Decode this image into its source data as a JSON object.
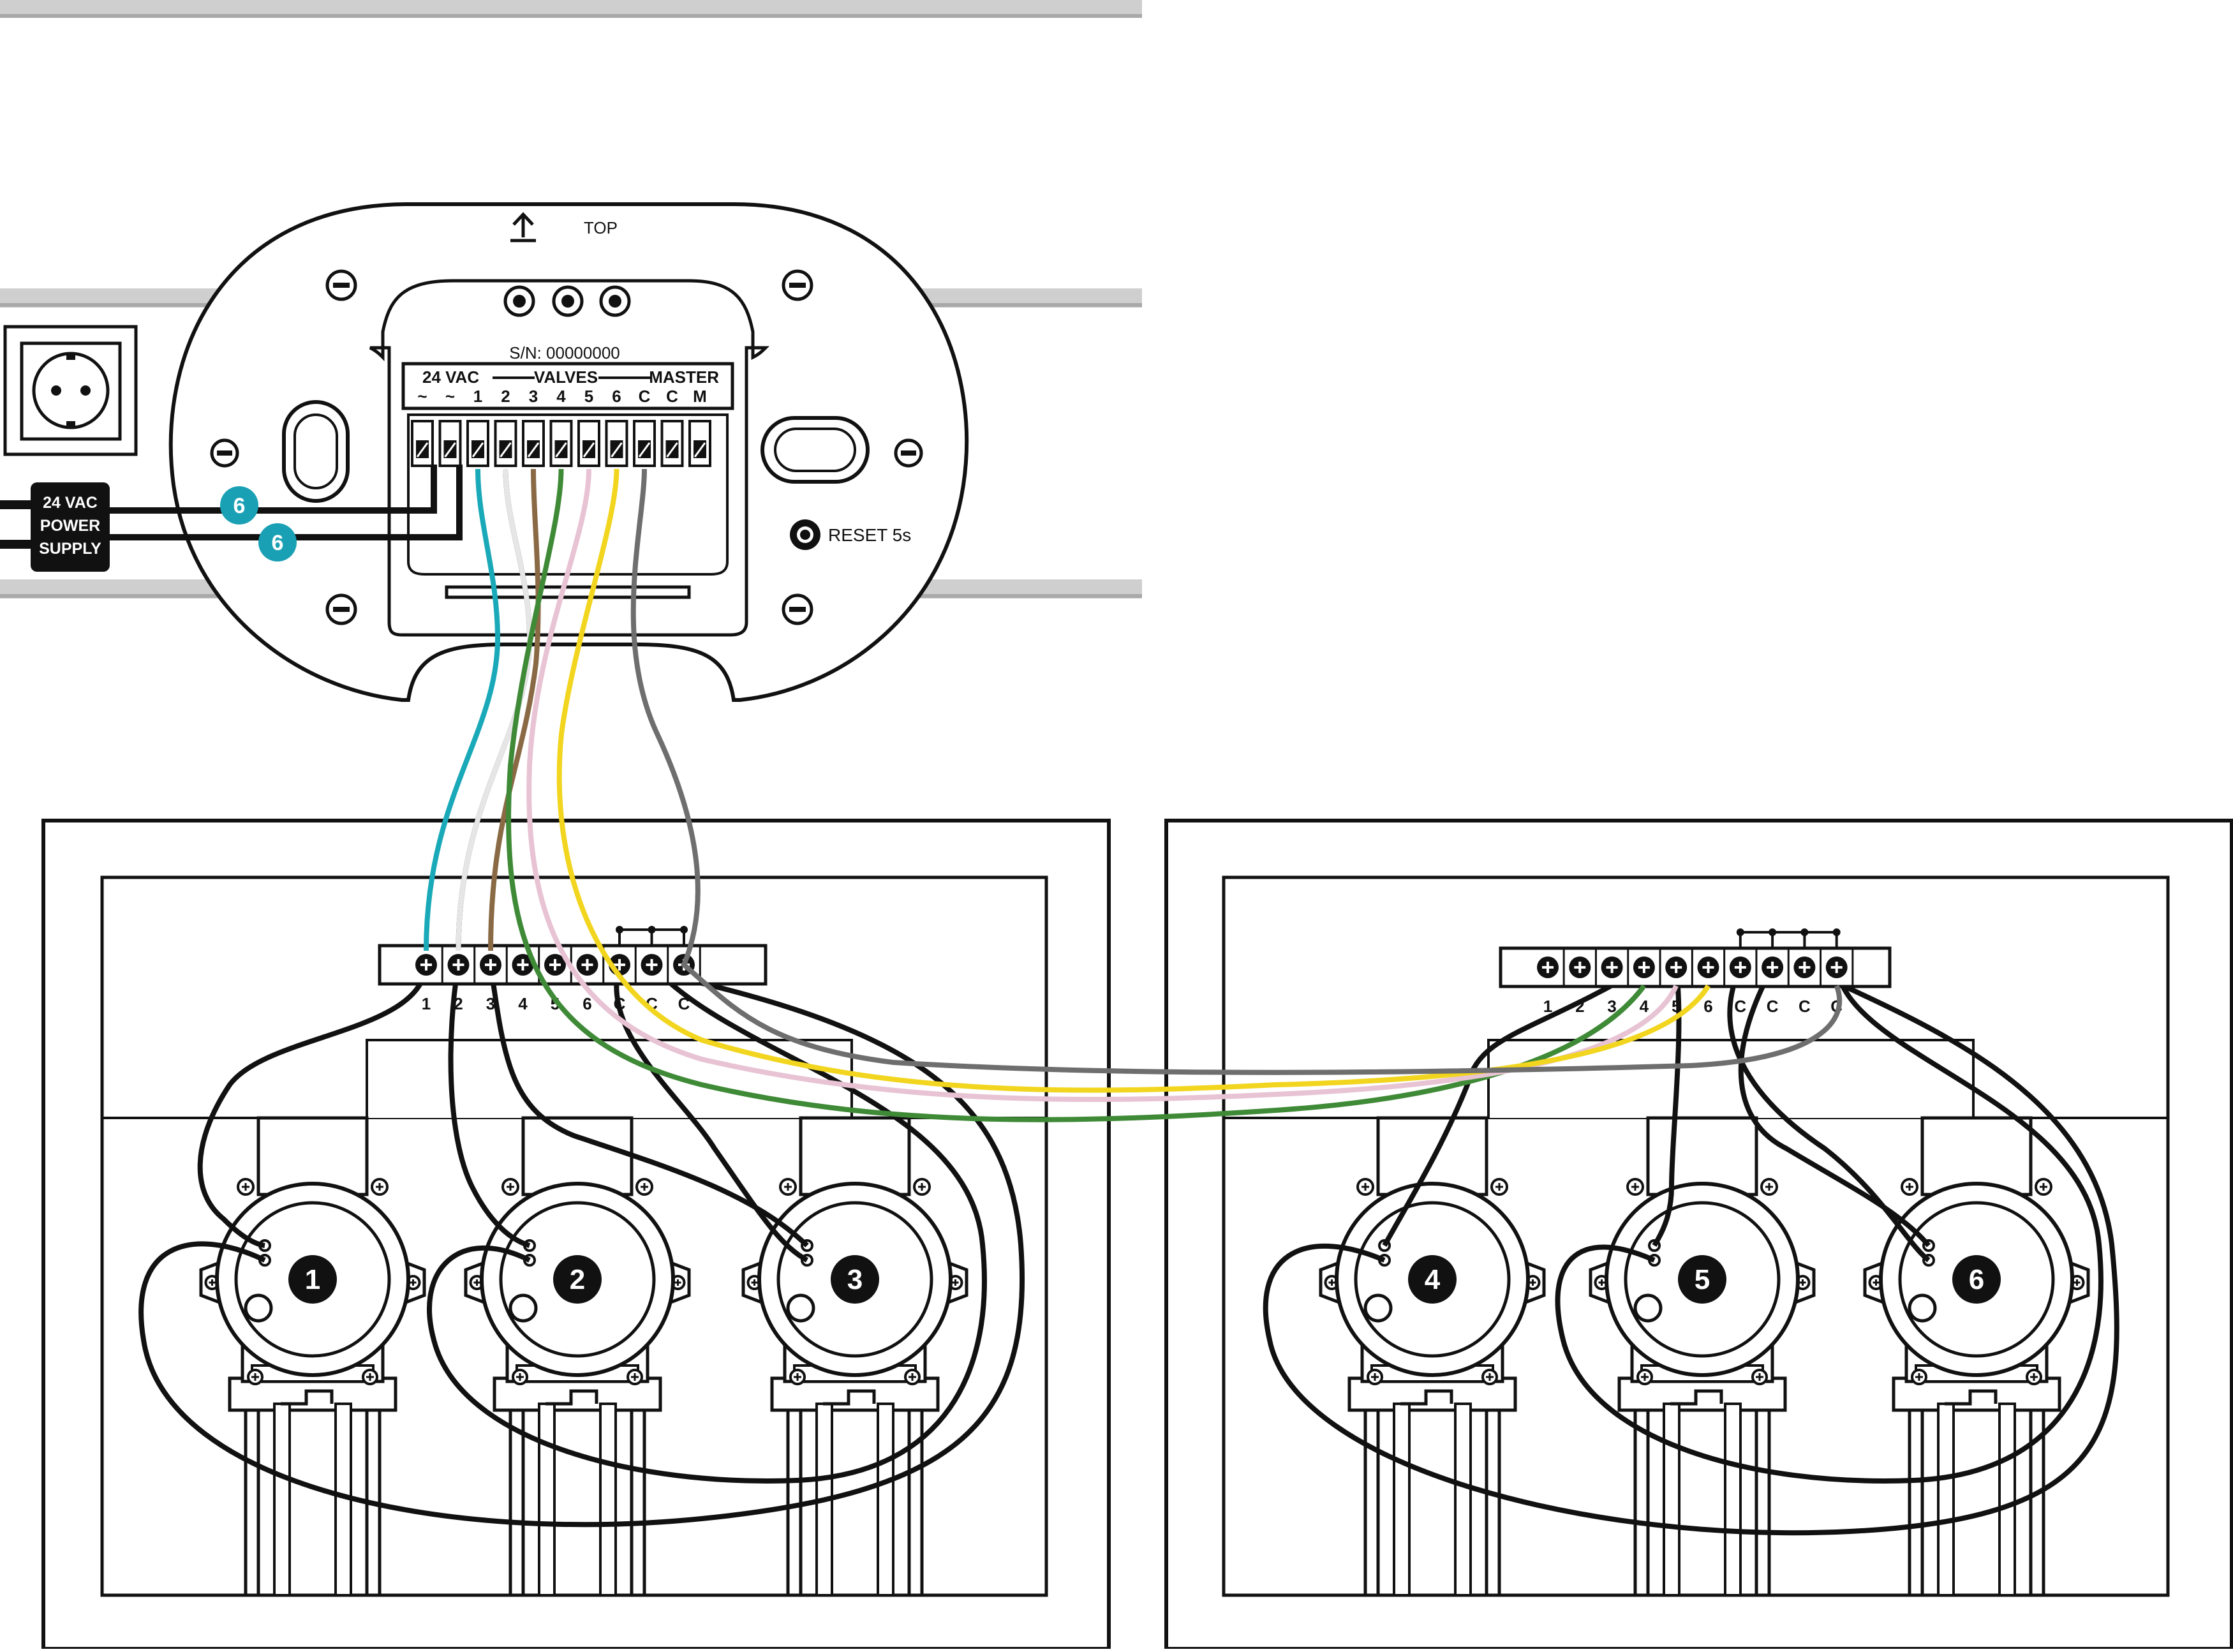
{
  "controller": {
    "top_label": "TOP",
    "serial": "S/N: 00000000",
    "group_power": "24 VAC",
    "group_valves": "VALVES",
    "group_master": "MASTER",
    "terminals": [
      "~",
      "~",
      "1",
      "2",
      "3",
      "4",
      "5",
      "6",
      "C",
      "C",
      "M"
    ],
    "reset_label": "RESET 5s"
  },
  "power_supply": {
    "lines": [
      "24 VAC",
      "POWER",
      "SUPPLY"
    ],
    "callouts": [
      "6",
      "6"
    ]
  },
  "left_box": {
    "terminals": [
      "1",
      "2",
      "3",
      "4",
      "5",
      "6",
      "C",
      "C",
      "C"
    ],
    "valves": [
      "1",
      "2",
      "3"
    ]
  },
  "right_box": {
    "terminals": [
      "1",
      "2",
      "3",
      "4",
      "5",
      "6",
      "C",
      "C",
      "C",
      "C"
    ],
    "valves": [
      "4",
      "5",
      "6"
    ]
  },
  "wire_colors": {
    "v1": "#1aa9b8",
    "v2": "#e6e6e6",
    "v3": "#8a6a45",
    "v4": "#3f8a37",
    "v5": "#e8c3d3",
    "v6": "#f2d51e",
    "common": "#6e6e6e",
    "valve_wire": "#111111",
    "callout": "#1aa0b4"
  }
}
